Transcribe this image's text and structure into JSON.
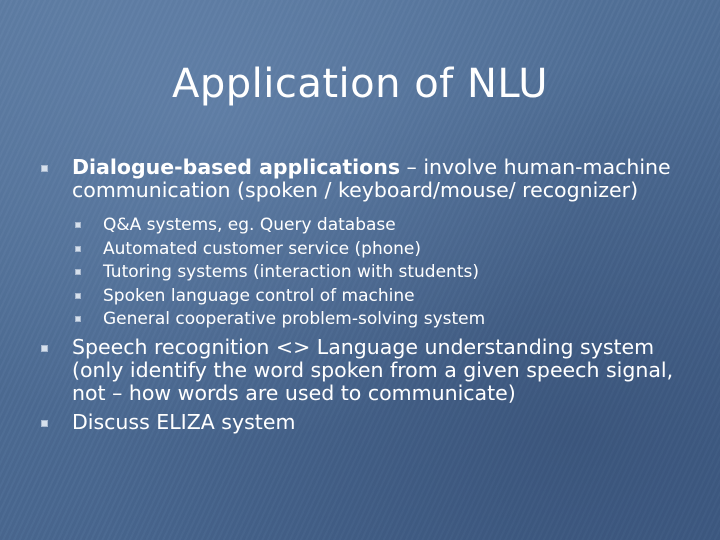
{
  "slide": {
    "title": "Application of NLU",
    "bullets": [
      {
        "bold_text": "Dialogue-based applications",
        "text": " – involve human-machine communication (spoken / keyboard/mouse/ recognizer)",
        "sub_bullets": [
          "Q&A systems, eg. Query database",
          "Automated customer service (phone)",
          "Tutoring systems (interaction with students)",
          "Spoken language control of machine",
          "General cooperative problem-solving system"
        ]
      },
      {
        "text": "Speech recognition <> Language understanding system (only identify the word spoken from a given speech signal, not – how words are used to communicate)"
      },
      {
        "text": "Discuss ELIZA system"
      }
    ]
  },
  "colors": {
    "background": "#4a6a92",
    "text": "#ffffff",
    "bullet": "#d6e0ec"
  },
  "icons": {
    "bullet": "square-bullet-icon"
  }
}
